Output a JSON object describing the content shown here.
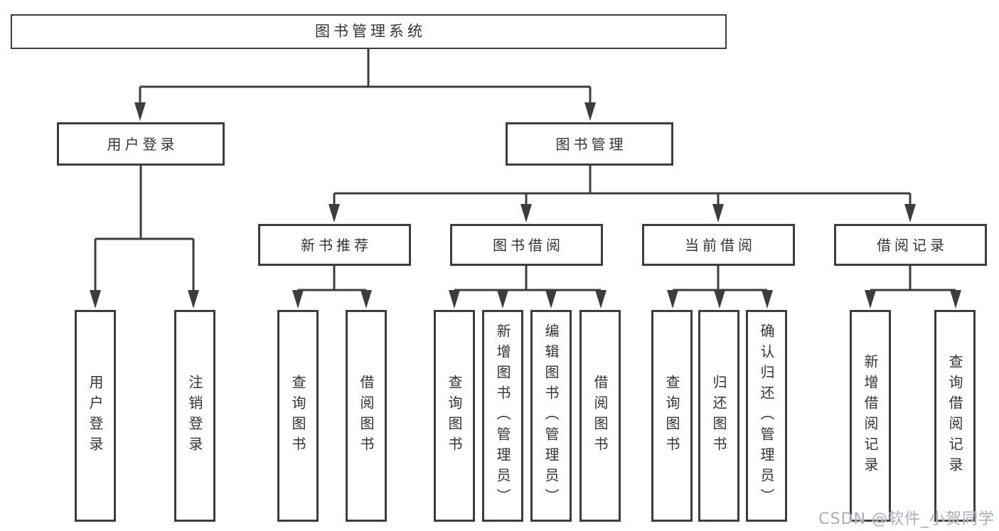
{
  "colors": {
    "line": "#3d3d3d",
    "text": "#333333",
    "background": "#ffffff",
    "watermark": "#a9aeb5"
  },
  "watermark": {
    "text": "CSDN @软件_小贺同学"
  },
  "tree": {
    "label": "图书管理系统",
    "children": [
      {
        "label": "用户登录",
        "children": [
          {
            "label": "用户登录"
          },
          {
            "label": "注销登录"
          }
        ]
      },
      {
        "label": "图书管理",
        "children": [
          {
            "label": "新书推荐",
            "children": [
              {
                "label": "查询图书"
              },
              {
                "label": "借阅图书"
              }
            ]
          },
          {
            "label": "图书借阅",
            "children": [
              {
                "label": "查询图书"
              },
              {
                "label": "新增图书（管理员）"
              },
              {
                "label": "编辑图书（管理员）"
              },
              {
                "label": "借阅图书"
              }
            ]
          },
          {
            "label": "当前借阅",
            "children": [
              {
                "label": "查询图书"
              },
              {
                "label": "归还图书"
              },
              {
                "label": "确认归还（管理员）"
              }
            ]
          },
          {
            "label": "借阅记录",
            "children": [
              {
                "label": "新增借阅记录"
              },
              {
                "label": "查询借阅记录"
              }
            ]
          }
        ]
      }
    ]
  }
}
